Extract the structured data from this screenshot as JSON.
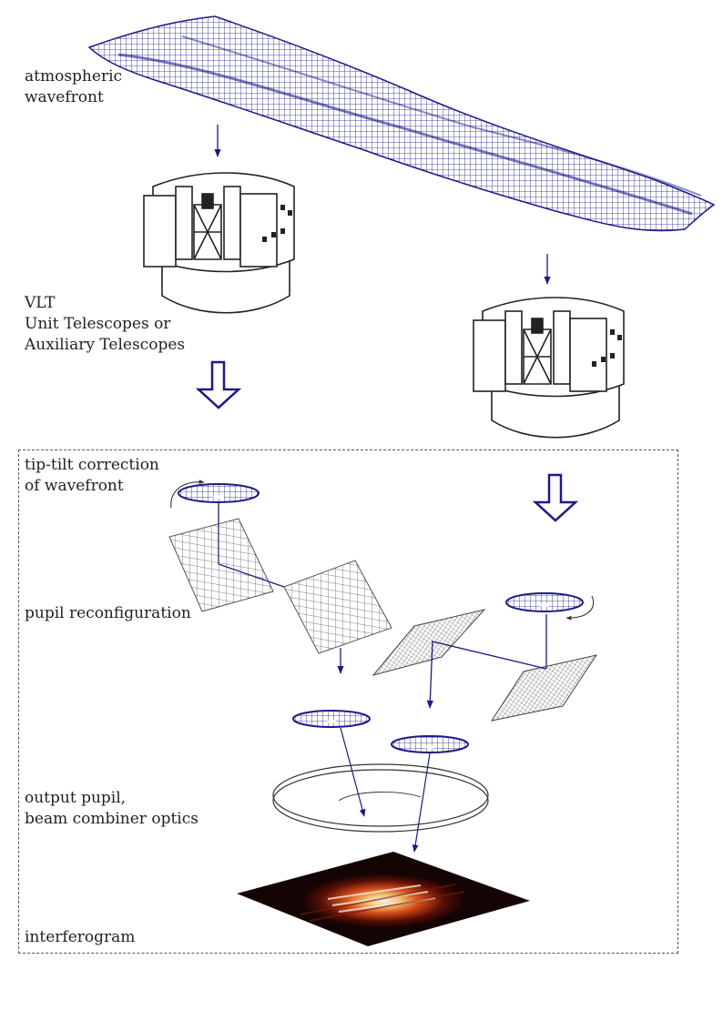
{
  "labels": {
    "wavefront": [
      "atmospheric",
      "wavefront"
    ],
    "telescopes": [
      "VLT",
      "Unit Telescopes or",
      "Auxiliary Telescopes"
    ],
    "tiptilt": [
      "tip-tilt correction",
      "of wavefront"
    ],
    "pupil": "pupil reconfiguration",
    "output": [
      "output pupil,",
      "beam combiner optics"
    ],
    "interferogram": "interferogram"
  },
  "colors": {
    "wavefront": "#1a1a8c",
    "arrow": "#1a1a8c",
    "mirror": "#555555",
    "line": "#222222"
  },
  "icons": {
    "telescope_1": "telescope-enclosure-icon",
    "telescope_2": "telescope-enclosure-icon"
  }
}
